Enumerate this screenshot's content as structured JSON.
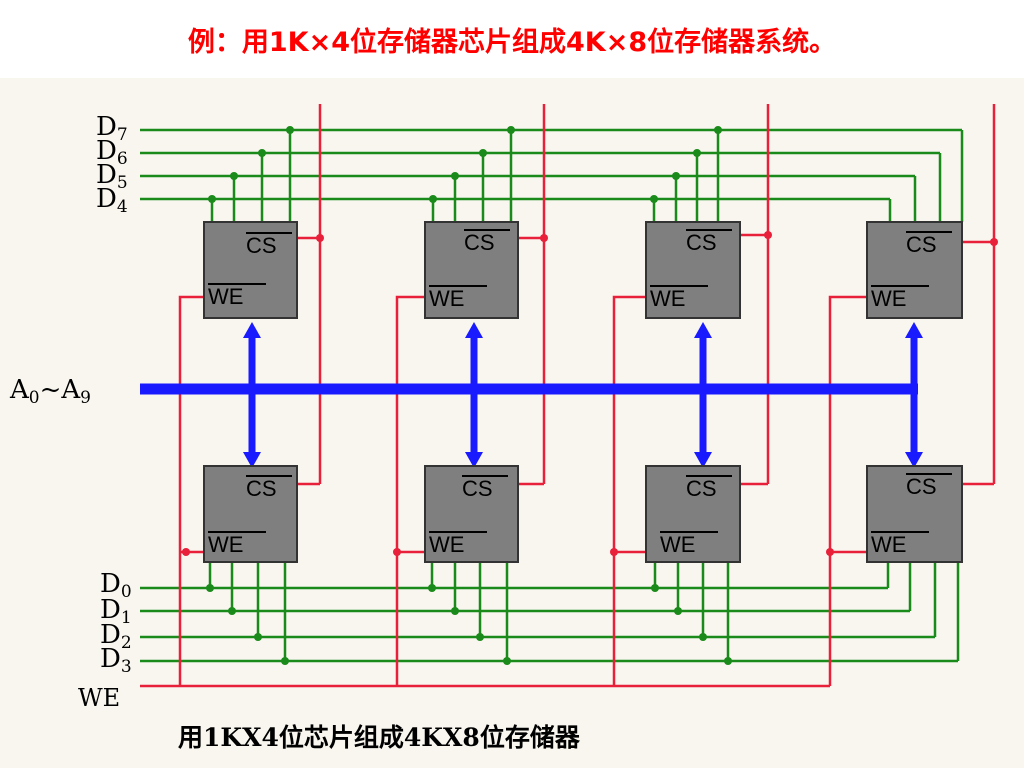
{
  "title": "例：用1K×4位存储器芯片组成4K×8位存储器系统。",
  "labels": {
    "d7": "D",
    "d7_sub": "7",
    "d6": "D",
    "d6_sub": "6",
    "d5": "D",
    "d5_sub": "5",
    "d4": "D",
    "d4_sub": "4",
    "d0": "D",
    "d0_sub": "0",
    "d1": "D",
    "d1_sub": "1",
    "d2": "D",
    "d2_sub": "2",
    "d3": "D",
    "d3_sub": "3",
    "addr": "A",
    "addr_sub0": "0",
    "addr_tilde": "~A",
    "addr_sub9": "9",
    "we": "WE"
  },
  "chip": {
    "cs": "CS",
    "we": "WE"
  },
  "caption": "用1KX4位芯片组成4KX8位存储器",
  "colors": {
    "title": "#ff0000",
    "data_line": "#1a8a1a",
    "select_line": "#e8203a",
    "bus": "#1a1aff",
    "chip_fill": "#7f7f7f"
  }
}
